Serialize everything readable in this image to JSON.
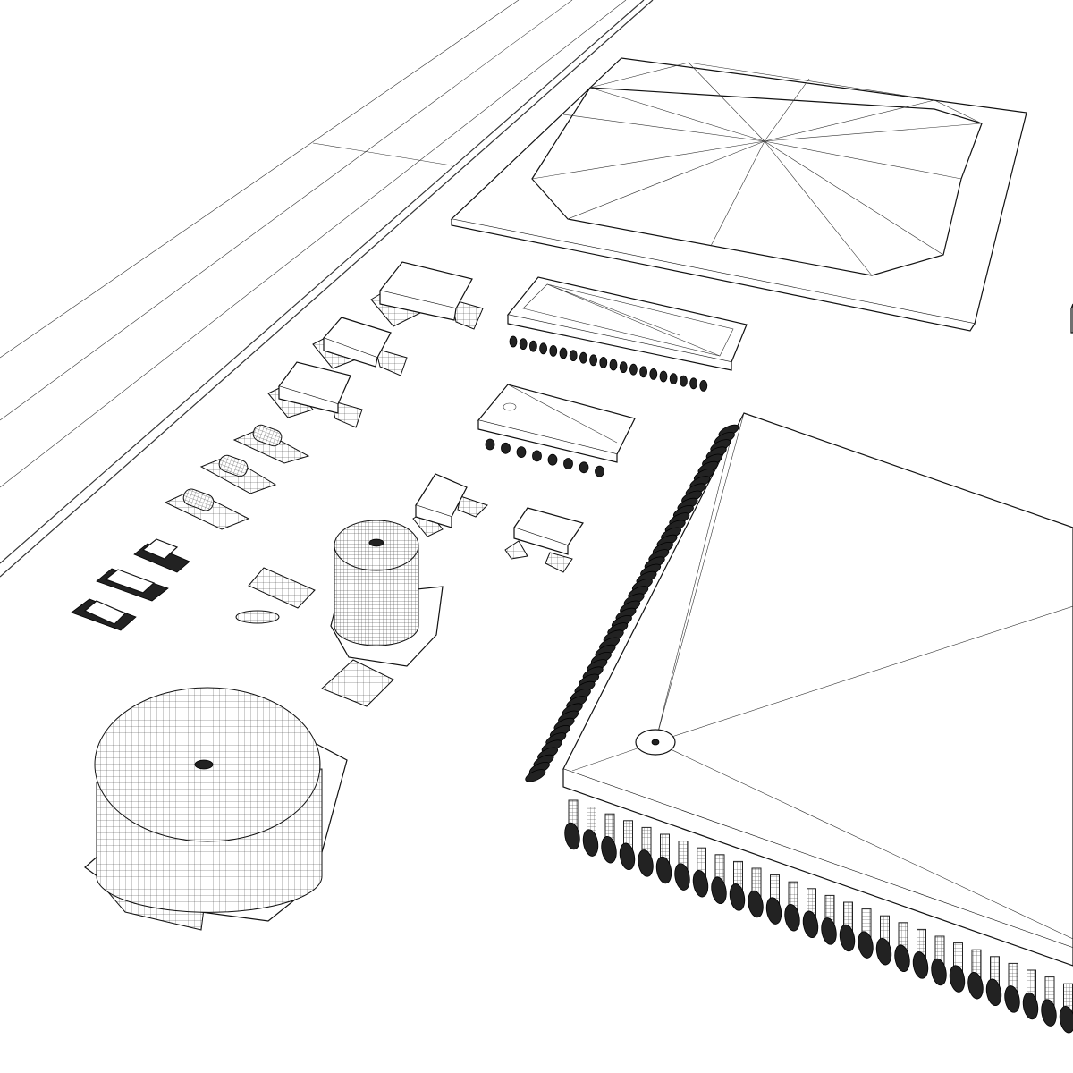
{
  "scene": {
    "background_color": "#ffffff",
    "line_color": "#111111",
    "components": [
      "pcb-strip",
      "qfp-chip-small",
      "qfp-chip-large",
      "soic-20",
      "soic-8",
      "sot-23-packages",
      "smd-diodes",
      "smd-resistors",
      "electrolytic-capacitor-small",
      "electrolytic-capacitor-large",
      "pad-footprints"
    ]
  }
}
